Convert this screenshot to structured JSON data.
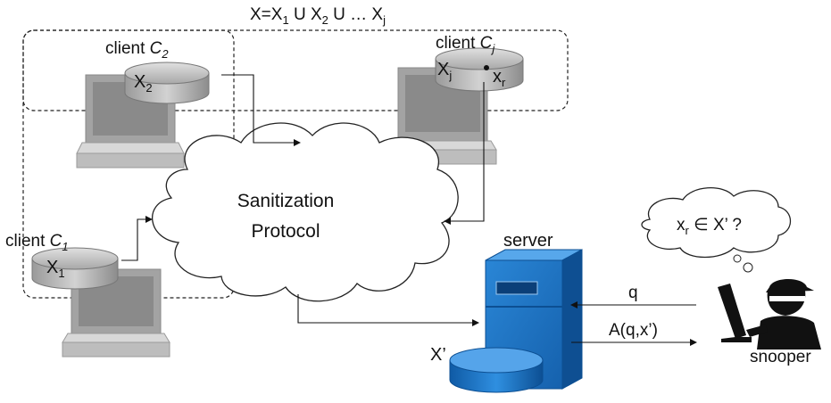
{
  "diagram": {
    "union_label": "X=X",
    "union_parts": [
      {
        "sub": "1",
        "tail": " U X"
      },
      {
        "sub": "2",
        "tail": " U … X"
      },
      {
        "sub": "j",
        "tail": ""
      }
    ],
    "clients": [
      {
        "prefix": "client ",
        "name": "C",
        "sub": "2",
        "data": "X",
        "data_sub": "2"
      },
      {
        "prefix": "client ",
        "name": "C",
        "sub": "j",
        "data": "X",
        "data_sub": "j",
        "record": "x",
        "record_sub": "r"
      },
      {
        "prefix": "client ",
        "name": "C",
        "sub": "1",
        "data": "X",
        "data_sub": "1"
      }
    ],
    "protocol": {
      "line1": "Sanitization",
      "line2": "Protocol"
    },
    "server": {
      "label": "server",
      "db_label": "X’"
    },
    "query": {
      "q": "q",
      "answer": "A(q,x’)"
    },
    "snooper": {
      "label": "snooper",
      "thought": "x",
      "thought_sub": "r",
      "thought_tail": " ∈ X’ ?"
    },
    "colors": {
      "laptop_frame": "#a5a5a5",
      "laptop_screen": "#8a8a8a",
      "disk_gray": "#b8b8b8",
      "server_blue": "#1f77c9",
      "line": "#111111"
    }
  }
}
